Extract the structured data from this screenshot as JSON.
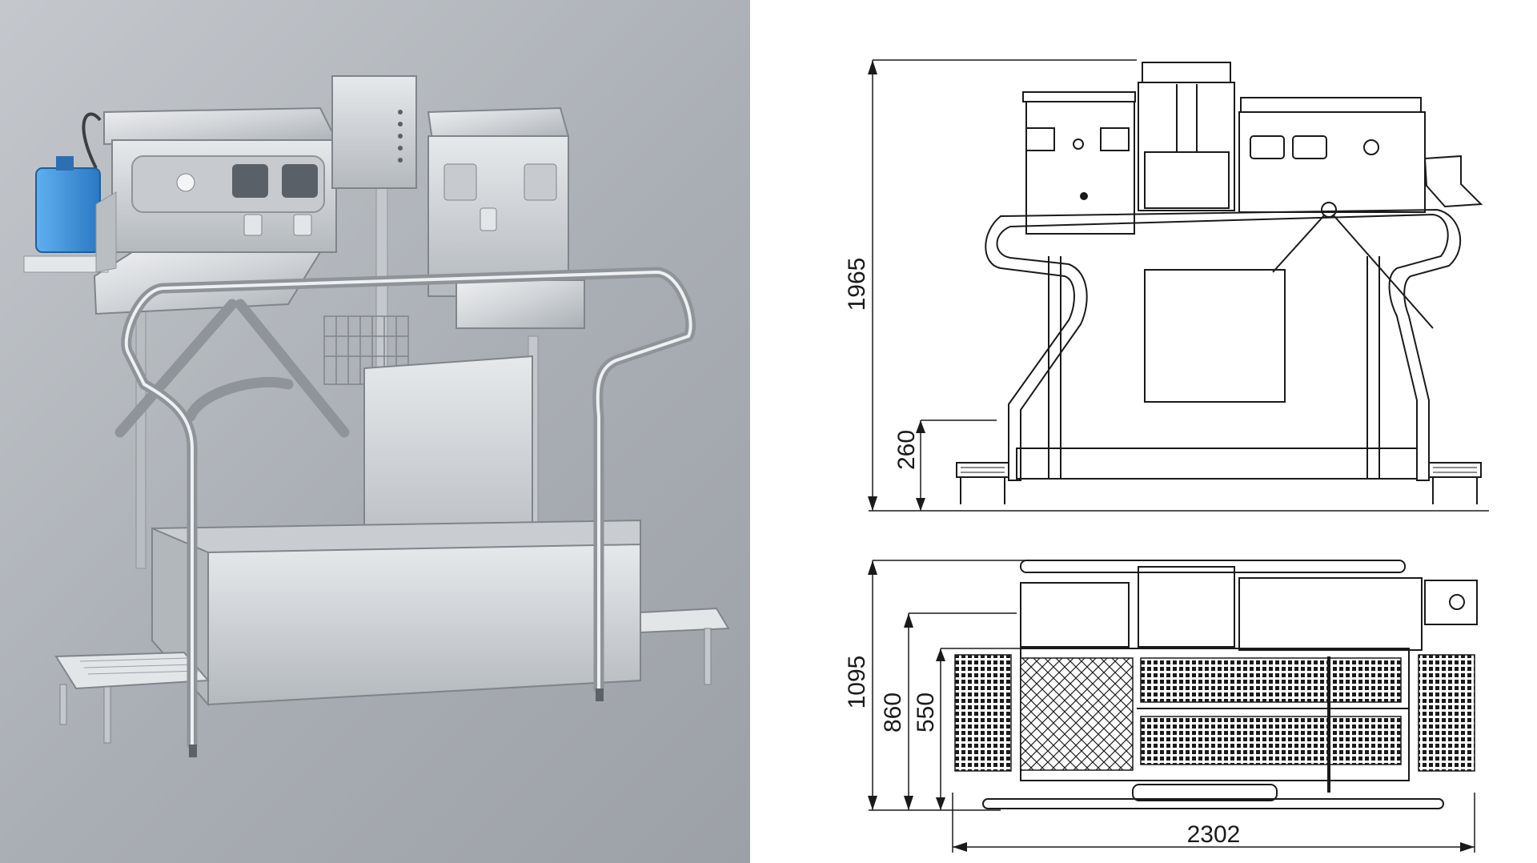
{
  "dimensions": {
    "total_height": "1965",
    "step_height": "260",
    "overall_depth": "1095",
    "frame_depth": "860",
    "tray_depth": "550",
    "overall_width": "2302"
  },
  "colors": {
    "photo_background": "#b4b9bf",
    "steel": "#d6d9dc",
    "steel_dark": "#8e949a",
    "canister_blue": "#3d8fd6",
    "line": "#1a1a1a"
  }
}
